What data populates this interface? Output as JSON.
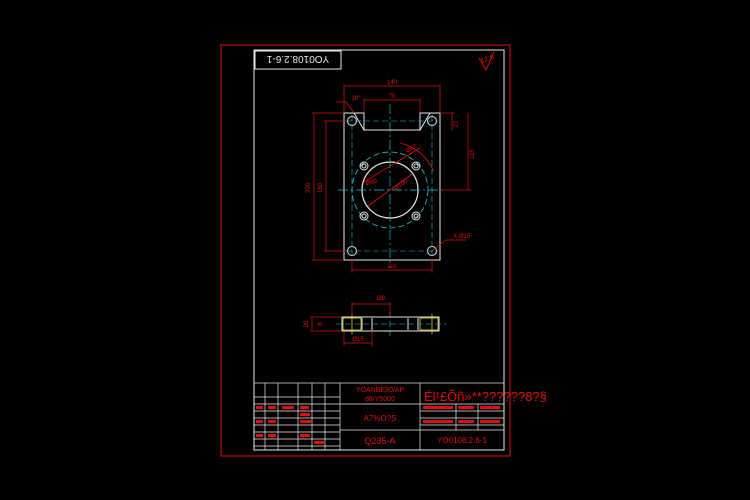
{
  "drawing": {
    "code_top": "YO0108.2.6-1",
    "roughness": "12.5",
    "title_block": {
      "part_name": "YO0108.2.6-1",
      "material": "Q235-A",
      "spec_line1": "YOANBE80/AP",
      "spec_line2": "d8/Y5000",
      "spec_line3": "A7%O?S",
      "company_line": "Él¹£Õñ»**??????8?§"
    },
    "dimensions": {
      "top_width": "140",
      "inner_top": "70",
      "left_chamfer": "30°",
      "right_small": "27",
      "right_height": "115",
      "outer_height": "200",
      "inner_height": "180",
      "bottom_width": "118",
      "bolt_circle": "Ø67",
      "bore": "Ø100",
      "hole_note": "4-Ø15",
      "pcd_text": "Ø80",
      "side_thickness": "20",
      "side_left": "8",
      "side_bottom": "Ø15",
      "side_top": "Ø8"
    }
  }
}
